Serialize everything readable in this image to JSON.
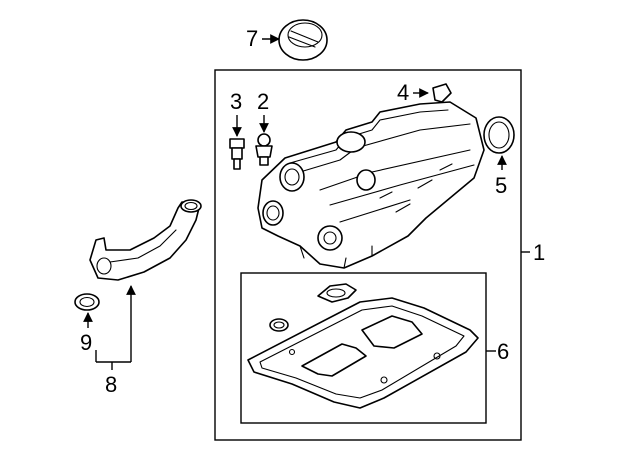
{
  "callouts": {
    "c1": "1",
    "c2": "2",
    "c3": "3",
    "c4": "4",
    "c5": "5",
    "c6": "6",
    "c7": "7",
    "c8": "8",
    "c9": "9"
  },
  "parts": {
    "oil_filler_cap": "oil-filler-cap",
    "valve_cover": "valve-cover",
    "gasket": "valve-cover-gasket",
    "hose": "pcv-hose"
  }
}
